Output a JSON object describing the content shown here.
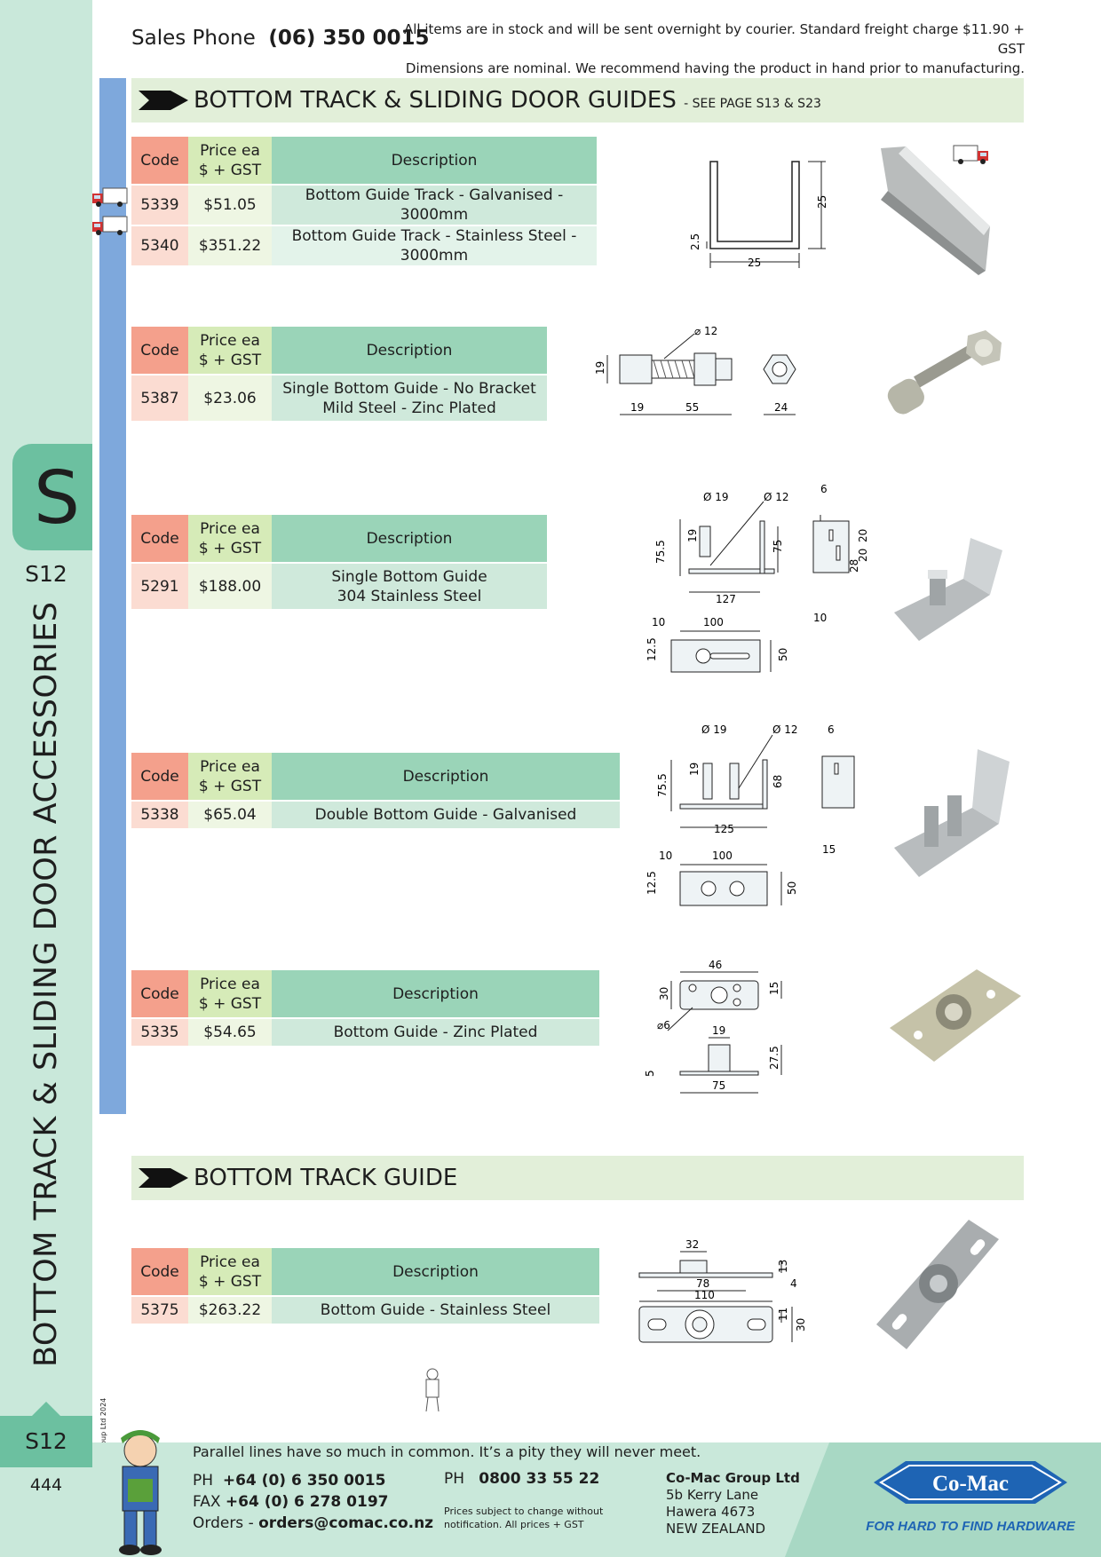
{
  "header": {
    "phone_label": "Sales Phone",
    "phone_number": "(06) 350 0015",
    "note_line1": "All items are in stock and will be sent overnight by courier. Standard freight charge $11.90 + GST",
    "note_line2": "Dimensions are nominal. We recommend having the product in hand prior to manufacturing."
  },
  "sidebar": {
    "tab_letter": "S",
    "code": "S12",
    "title": "BOTTOM TRACK & SLIDING DOOR ACCESSORIES",
    "bottom_code": "S12",
    "page_number": "444",
    "copyright": "© Co-Mac Group Ltd 2024"
  },
  "sections": {
    "s1": {
      "title": "BOTTOM TRACK & SLIDING DOOR GUIDES",
      "subtitle": "- SEE PAGE S13 & S23"
    },
    "s2": {
      "title": "BOTTOM TRACK GUIDE"
    }
  },
  "table_headers": {
    "code": "Code",
    "price_line1": "Price ea",
    "price_line2": "$ + GST",
    "description": "Description"
  },
  "products": {
    "t1": [
      {
        "code": "5339",
        "price": "$51.05",
        "desc": "Bottom Guide Track - Galvanised - 3000mm"
      },
      {
        "code": "5340",
        "price": "$351.22",
        "desc": "Bottom Guide Track - Stainless Steel - 3000mm"
      }
    ],
    "t2": [
      {
        "code": "5387",
        "price": "$23.06",
        "desc1": "Single Bottom Guide - No Bracket",
        "desc2": "Mild Steel - Zinc Plated"
      }
    ],
    "t3": [
      {
        "code": "5291",
        "price": "$188.00",
        "desc1": "Single Bottom Guide",
        "desc2": "304 Stainless Steel"
      }
    ],
    "t4": [
      {
        "code": "5338",
        "price": "$65.04",
        "desc": "Double Bottom Guide - Galvanised"
      }
    ],
    "t5": [
      {
        "code": "5335",
        "price": "$54.65",
        "desc": "Bottom Guide - Zinc Plated"
      }
    ],
    "t6": [
      {
        "code": "5375",
        "price": "$263.22",
        "desc": "Bottom Guide - Stainless Steel"
      }
    ]
  },
  "dims": {
    "d1": {
      "height": "25",
      "width": "25",
      "thick": "2.5"
    },
    "d2": {
      "dia": "⌀ 12",
      "h": "19",
      "len1": "19",
      "len2": "55",
      "nut": "24"
    },
    "d3": {
      "dia1": "Ø 19",
      "dia2": "Ø 12",
      "top": "6",
      "h1": "75.5",
      "h2": "19",
      "h3": "75",
      "v1": "20",
      "v2": "20",
      "v3": "28",
      "len": "127",
      "w1": "10",
      "w2": "100",
      "side": "10",
      "plate_h": "12.5",
      "plate_w": "50"
    },
    "d4": {
      "dia1": "Ø 19",
      "dia2": "Ø 12",
      "top": "6",
      "h1": "75.5",
      "h2": "19",
      "h3": "68",
      "len": "125",
      "side": "15",
      "w1": "10",
      "w2": "100",
      "plate_h": "12.5",
      "plate_w": "50"
    },
    "d5": {
      "w": "46",
      "h": "30",
      "h2": "15",
      "dia": "⌀6",
      "roll": "19",
      "base": "5",
      "tall": "27.5",
      "len": "75"
    },
    "d6": {
      "w": "32",
      "h": "13",
      "t": "4",
      "l1": "78",
      "l2": "110",
      "s1": "11",
      "s2": "30"
    }
  },
  "footer": {
    "joke": "Parallel lines have so much in common. It’s a pity they will never meet.",
    "ph_label": "PH",
    "ph": "+64 (0) 6 350 0015",
    "fax_label": "FAX",
    "fax": "+64 (0) 6 278 0197",
    "orders_label": "Orders -",
    "orders": "orders@comac.co.nz",
    "ph2_label": "PH",
    "ph2": "0800 33 55 22",
    "price_note1": "Prices subject to change without",
    "price_note2": "notification. All prices + GST",
    "company": "Co-Mac Group Ltd",
    "addr1": "5b Kerry Lane",
    "addr2": "Hawera 4673",
    "addr3": "NEW ZEALAND",
    "logo_text": "Co-Mac",
    "slogan": "FOR HARD TO FIND HARDWARE"
  },
  "colors": {
    "sidebar": "#c9e8da",
    "tab": "#6cc0a0",
    "blue_bar": "#7ea8dc",
    "code_head": "#f4a08c",
    "price_head": "#d6ebb8",
    "desc_head": "#9ad4b8",
    "logo_blue": "#1e64b4"
  }
}
